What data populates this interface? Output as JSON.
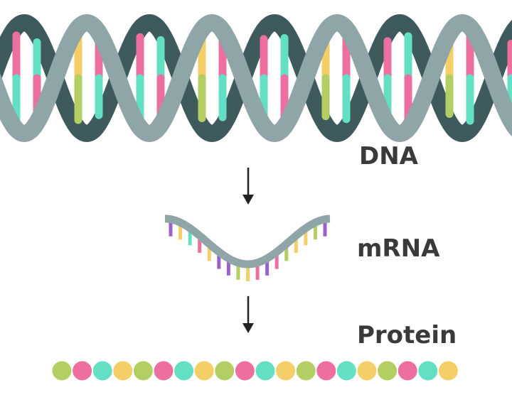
{
  "labels": {
    "dna": "DNA",
    "mrna": "mRNA",
    "protein": "Protein"
  },
  "colors": {
    "backbone_dark": "#3f5a5c",
    "backbone_light": "#8fa5a8",
    "pink": "#ec6fa0",
    "green": "#b3cf64",
    "yellow": "#f4cf67",
    "teal": "#63e0c3",
    "purple": "#9a62c9",
    "arrow": "#222222"
  },
  "dna": {
    "rung_pattern": [
      [
        "green",
        "yellow"
      ],
      [
        "pink",
        "teal"
      ],
      [
        "teal",
        "pink"
      ],
      [
        "green",
        "yellow"
      ],
      [
        "yellow",
        "green"
      ],
      [
        "pink",
        "teal"
      ]
    ]
  },
  "mrna": {
    "base_sequence": [
      "purple",
      "yellow",
      "teal",
      "pink",
      "yellow",
      "purple",
      "purple",
      "green",
      "yellow",
      "pink",
      "purple",
      "pink",
      "green",
      "yellow",
      "yellow",
      "green",
      "purple"
    ]
  },
  "protein": {
    "bead_sequence": [
      "green",
      "pink",
      "teal",
      "yellow",
      "green",
      "pink",
      "teal",
      "yellow",
      "green",
      "pink",
      "teal",
      "yellow",
      "green",
      "pink",
      "teal",
      "yellow",
      "green",
      "pink",
      "teal",
      "yellow"
    ]
  }
}
